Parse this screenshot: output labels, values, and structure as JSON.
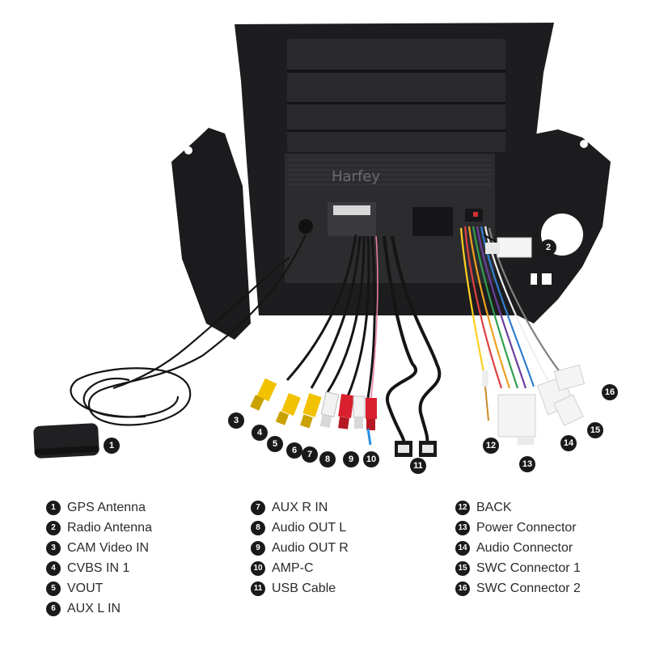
{
  "watermark": "Harfey",
  "legend": {
    "col1": [
      {
        "num": "1",
        "label": "GPS Antenna"
      },
      {
        "num": "2",
        "label": "Radio Antenna"
      },
      {
        "num": "3",
        "label": "CAM Video IN"
      },
      {
        "num": "4",
        "label": "CVBS IN 1"
      },
      {
        "num": "5",
        "label": "VOUT"
      },
      {
        "num": "6",
        "label": "AUX L IN"
      }
    ],
    "col2": [
      {
        "num": "7",
        "label": "AUX R IN"
      },
      {
        "num": "8",
        "label": "Audio OUT L"
      },
      {
        "num": "9",
        "label": "Audio OUT R"
      },
      {
        "num": "10",
        "label": "AMP-C"
      },
      {
        "num": "11",
        "label": "USB Cable"
      }
    ],
    "col3": [
      {
        "num": "12",
        "label": "BACK"
      },
      {
        "num": "13",
        "label": "Power Connector"
      },
      {
        "num": "14",
        "label": "Audio Connector"
      },
      {
        "num": "15",
        "label": "SWC Connector 1"
      },
      {
        "num": "16",
        "label": "SWC Connector 2"
      }
    ]
  },
  "callouts": [
    "1",
    "2",
    "3",
    "4",
    "5",
    "6",
    "7",
    "8",
    "9",
    "10",
    "11",
    "12",
    "13",
    "14",
    "15",
    "16"
  ],
  "colors": {
    "frame": "#1b1b1d",
    "wire_black": "#141414",
    "rca_yellow": "#f2c200",
    "rca_red": "#d8202e",
    "rca_white": "#f2f2f2",
    "connector_white": "#f4f4f4",
    "callout_bg": "#1a1a1a"
  }
}
